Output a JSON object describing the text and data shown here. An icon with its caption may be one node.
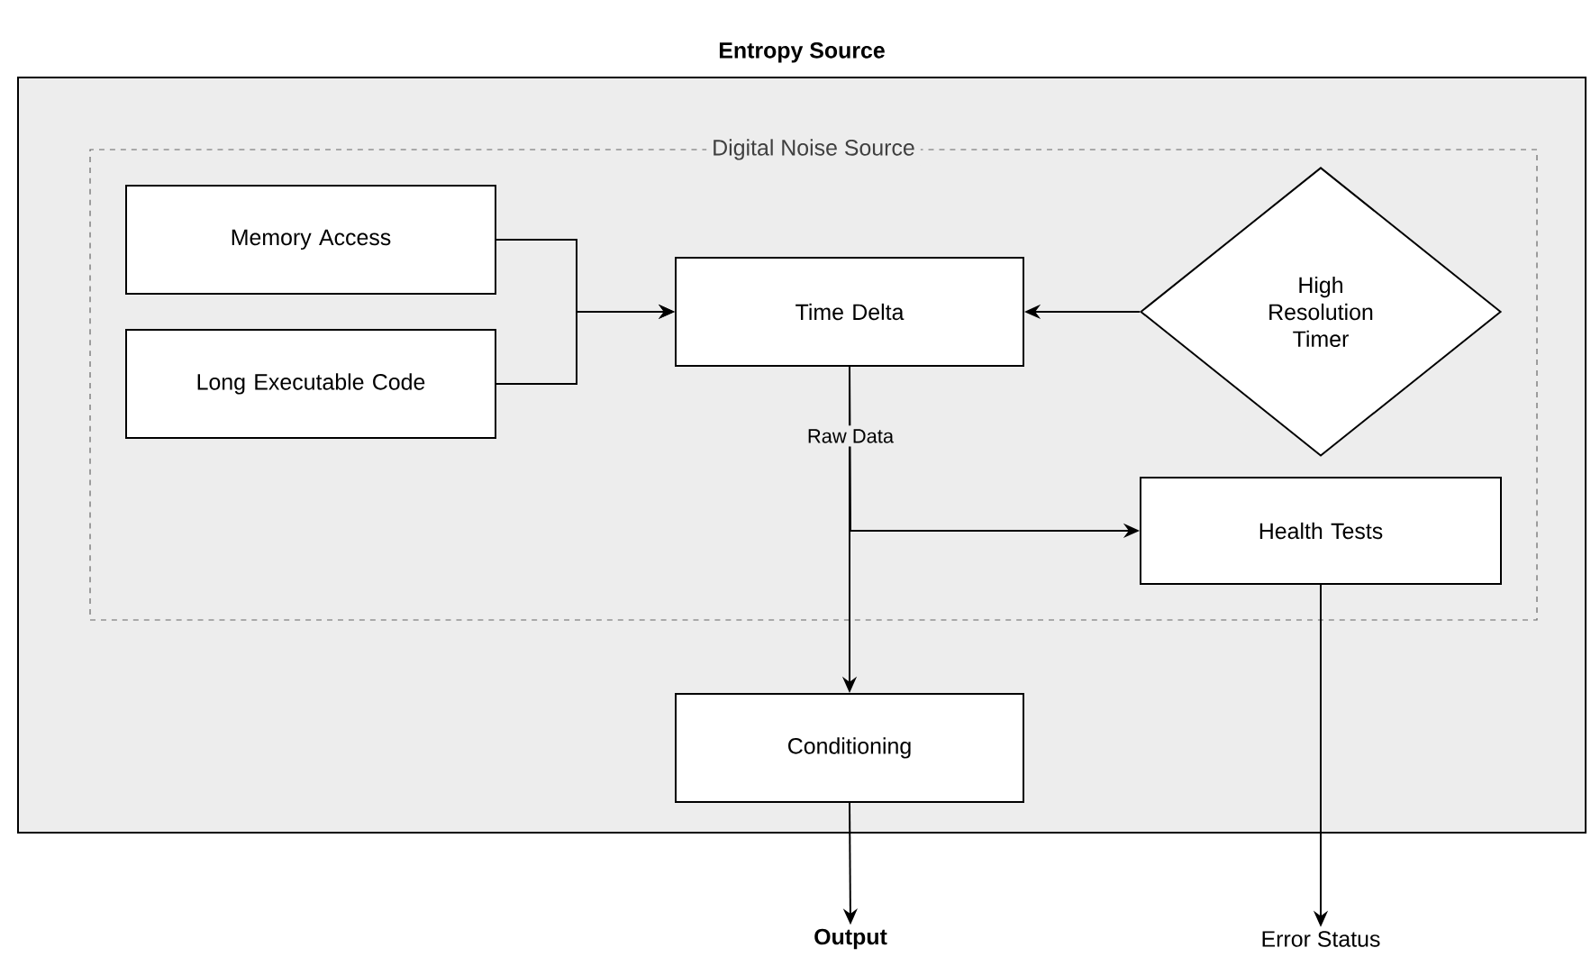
{
  "diagram": {
    "nodes": [
      {
        "text": [
          "Entropy Source"
        ]
      },
      {
        "text": [
          "Digital Noise Source"
        ],
        "in": 0
      },
      {
        "text": [
          "Memory Access"
        ],
        "in": 1
      },
      {
        "text": [
          "Long Executable Code"
        ],
        "in": 1
      },
      {
        "text": [
          "Time Delta"
        ],
        "in": 1
      },
      {
        "text": [
          "High Resolution Timer"
        ],
        "in": 1
      },
      {
        "text": [
          "Health Tests"
        ],
        "in": 1
      },
      {
        "text": [
          "Conditioning"
        ],
        "in": 0
      },
      {
        "text": [
          "Output"
        ]
      },
      {
        "text": [
          "Error Status"
        ]
      }
    ],
    "edges": [
      {
        "from": 2,
        "to": 4,
        "arrow": "to"
      },
      {
        "from": 3,
        "to": 4,
        "arrow": "to"
      },
      {
        "from": 5,
        "to": 4,
        "arrow": "to"
      },
      {
        "from": 4,
        "to": 7,
        "label": "Raw Data",
        "arrow": "to"
      },
      {
        "from": 4,
        "to": 6,
        "arrow": "to"
      },
      {
        "from": 7,
        "to": 8,
        "arrow": "to"
      },
      {
        "from": 6,
        "to": 9,
        "arrow": "to"
      }
    ]
  }
}
